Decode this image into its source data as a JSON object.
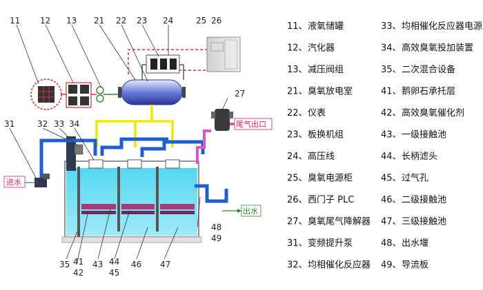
{
  "callouts": {
    "c11": "11",
    "c12": "12",
    "c13": "13",
    "c21": "21",
    "c22": "22",
    "c23": "23",
    "c24": "24",
    "c25": "25",
    "c26": "26",
    "c27": "27",
    "c31": "31",
    "c32": "32",
    "c33": "33",
    "c34": "34",
    "c35": "35",
    "c41": "41",
    "c42": "42",
    "c43": "43",
    "c44": "44",
    "c45": "45",
    "c46": "46",
    "c47": "47",
    "c48": "48",
    "c49": "49"
  },
  "flow_labels": {
    "inlet": "进水",
    "outlet": "出水",
    "tail_gas": "尾气出口"
  },
  "legend": {
    "left": [
      {
        "num": "11、",
        "text": "液氧储罐"
      },
      {
        "num": "12、",
        "text": "汽化器"
      },
      {
        "num": "13、",
        "text": "减压阀组"
      },
      {
        "num": "21、",
        "text": "臭氧放电室"
      },
      {
        "num": "22、",
        "text": "仪表"
      },
      {
        "num": "23、",
        "text": "板换机组"
      },
      {
        "num": "24、",
        "text": "高压线"
      },
      {
        "num": "25、",
        "text": "臭氧电源柜"
      },
      {
        "num": "26、",
        "text": "西门子 PLC"
      },
      {
        "num": "27、",
        "text": "臭氧尾气降解器"
      },
      {
        "num": "31、",
        "text": "变频提升泵"
      },
      {
        "num": "32、",
        "text": "均相催化反应器"
      }
    ],
    "right": [
      {
        "num": "33、",
        "text": "均相催化反应器电源"
      },
      {
        "num": "34、",
        "text": "高效臭氧投加装置"
      },
      {
        "num": "35、",
        "text": "二次混合设备"
      },
      {
        "num": "41、",
        "text": "鹅卵石承托层"
      },
      {
        "num": "42、",
        "text": "高效臭氧催化剂"
      },
      {
        "num": "43、",
        "text": "一级接触池"
      },
      {
        "num": "44、",
        "text": "长柄滤头"
      },
      {
        "num": "45、",
        "text": "过气孔"
      },
      {
        "num": "46、",
        "text": "二级接触池"
      },
      {
        "num": "47、",
        "text": "三级接触池"
      },
      {
        "num": "48、",
        "text": "出水堰"
      },
      {
        "num": "49、",
        "text": "导流板"
      }
    ]
  }
}
